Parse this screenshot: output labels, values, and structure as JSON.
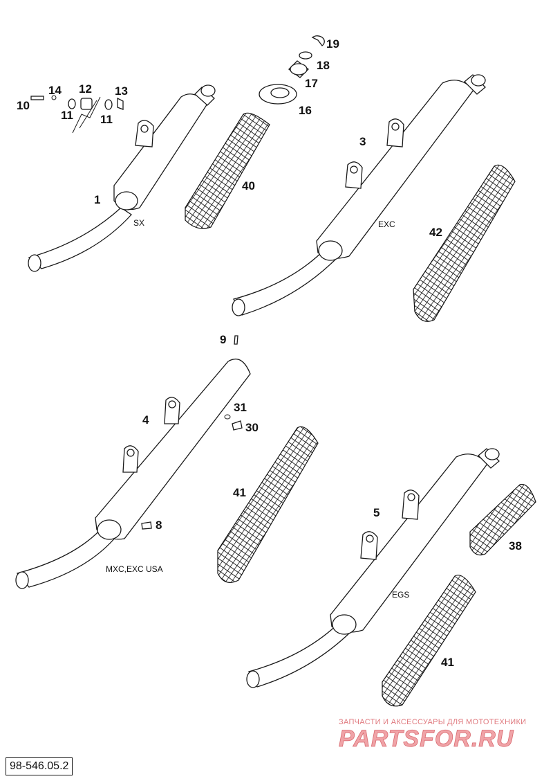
{
  "doc_number": "98-546.05.2",
  "watermark": {
    "subtitle": "ЗАПЧАСТИ И АКСЕССУАРЫ ДЛЯ МОТОТЕХНИКИ",
    "logo": "PARTSFOR.RU"
  },
  "models": {
    "sx": "SX",
    "exc": "EXC",
    "mxc": "MXC,EXC USA",
    "egs": "EGS"
  },
  "callouts": {
    "p1": "1",
    "p3": "3",
    "p4": "4",
    "p5": "5",
    "p8": "8",
    "p9": "9",
    "p10": "10",
    "p11a": "11",
    "p11b": "11",
    "p12": "12",
    "p13": "13",
    "p14": "14",
    "p16": "16",
    "p17": "17",
    "p18": "18",
    "p19": "19",
    "p30": "30",
    "p31": "31",
    "p38": "38",
    "p40": "40",
    "p41a": "41",
    "p41b": "41",
    "p42": "42"
  }
}
